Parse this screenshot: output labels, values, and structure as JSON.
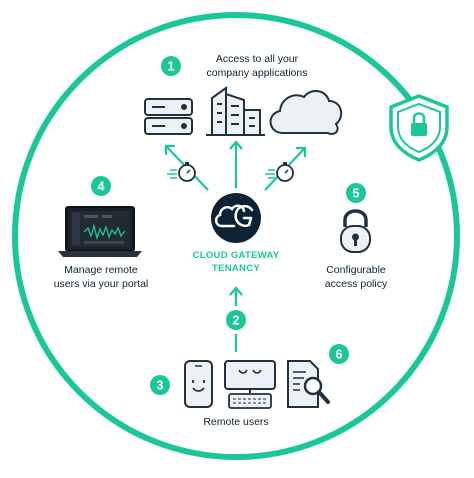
{
  "center": {
    "label_line1": "CLOUD GATEWAY",
    "label_line2": "TENANCY"
  },
  "steps": [
    {
      "number": "1",
      "label_line1": "Access to all your",
      "label_line2": "company applications"
    },
    {
      "number": "2"
    },
    {
      "number": "3"
    },
    {
      "number": "4",
      "label_line1": "Manage remote",
      "label_line2": "users via your portal"
    },
    {
      "number": "5",
      "label_line1": "Configurable",
      "label_line2": "access policy"
    },
    {
      "number": "6"
    }
  ],
  "remote_users_label": "Remote users",
  "icons": {
    "apps": [
      "server-icon",
      "office-buildings-icon",
      "cloud-icon"
    ],
    "timers": [
      "stopwatch-icon",
      "stopwatch-icon"
    ],
    "policy": "padlock-icon",
    "shield": "shield-lock-icon",
    "portal": "laptop-dashboard-icon",
    "devices": [
      "smartphone-icon",
      "desktop-keyboard-icon",
      "document-search-icon"
    ]
  },
  "colors": {
    "accent": "#1bc799",
    "dark": "#0d2233",
    "line": "#1f3142",
    "icon_fill": "#eef1f4"
  }
}
